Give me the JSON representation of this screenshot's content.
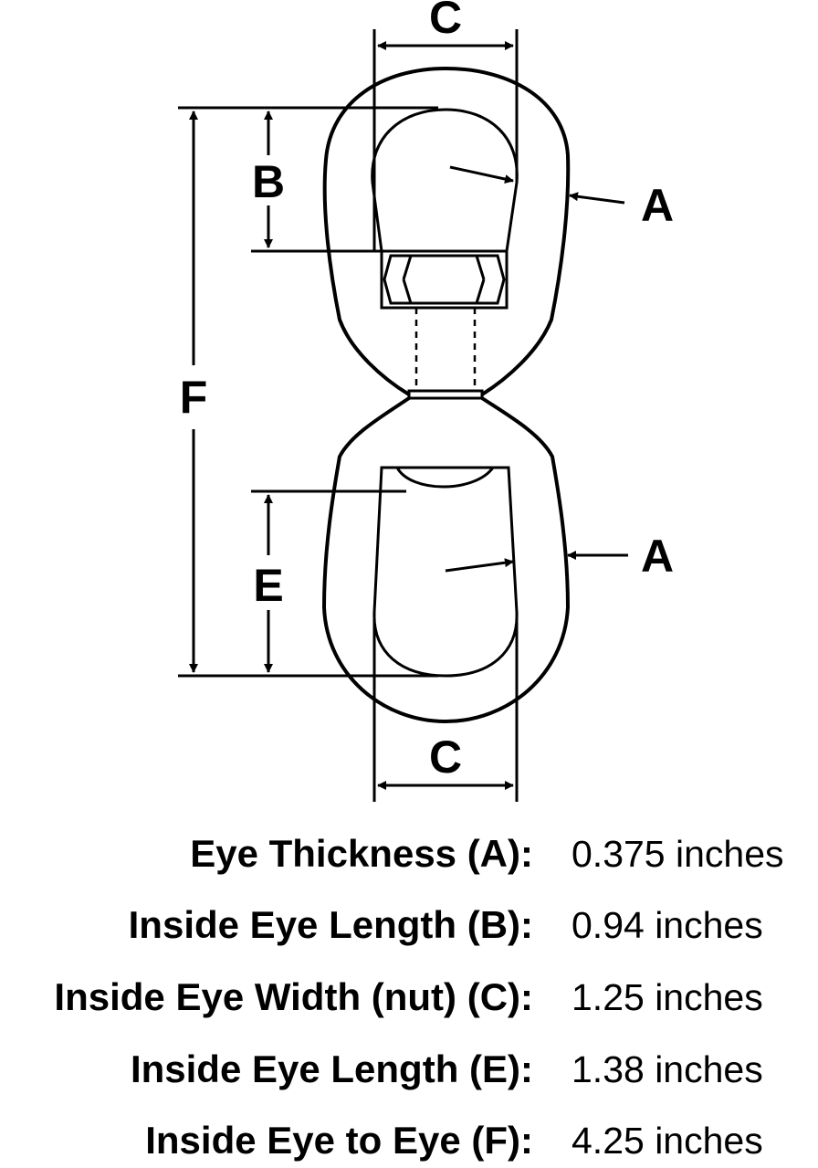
{
  "diagram": {
    "labels": {
      "c_top": "C",
      "c_bottom": "C",
      "b": "B",
      "e": "E",
      "f": "F",
      "a_top": "A",
      "a_bottom": "A"
    }
  },
  "specs": [
    {
      "label": "Eye Thickness (A):",
      "value": "0.375 inches"
    },
    {
      "label": "Inside Eye Length (B):",
      "value": "0.94 inches"
    },
    {
      "label": "Inside Eye Width (nut) (C):",
      "value": "1.25 inches"
    },
    {
      "label": "Inside Eye Length (E):",
      "value": "1.38 inches"
    },
    {
      "label": "Inside Eye to Eye (F):",
      "value": "4.25 inches"
    }
  ]
}
